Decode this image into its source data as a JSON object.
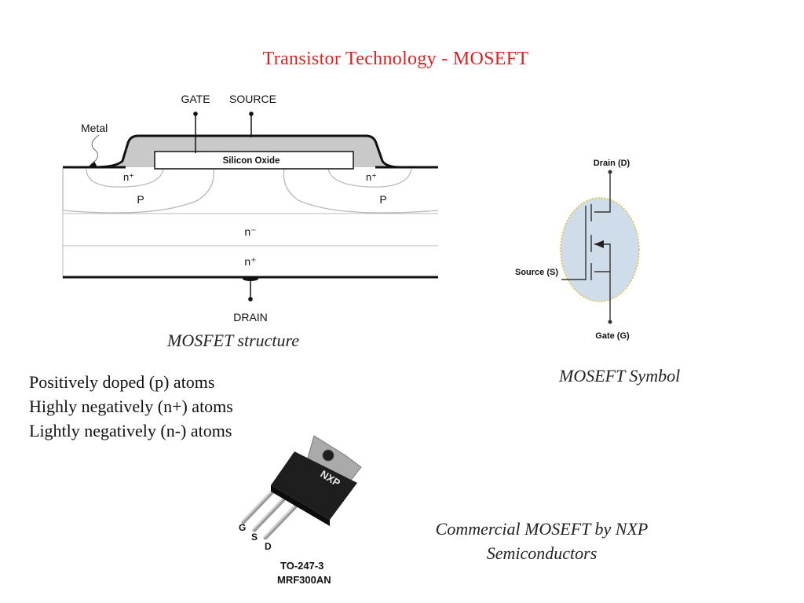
{
  "title": "Transistor  Technology  -  MOSEFT",
  "structure": {
    "labels": {
      "gate": "GATE",
      "source": "SOURCE",
      "drain": "DRAIN",
      "metal": "Metal",
      "oxide": "Silicon Oxide",
      "n_plus_left": "n⁺",
      "n_plus_right": "n⁺",
      "p_left": "P",
      "p_right": "P",
      "n_minus": "n⁻",
      "n_plus_bottom": "n⁺"
    },
    "caption": "MOSFET structure"
  },
  "symbol": {
    "labels": {
      "drain": "Drain (D)",
      "source": "Source (S)",
      "gate": "Gate (G)"
    },
    "caption": "MOSEFT Symbol"
  },
  "atoms": {
    "lines": [
      "Positively doped (p) atoms",
      "Highly negatively (n+) atoms",
      "Lightly negatively (n-) atoms"
    ]
  },
  "package": {
    "brand": "NXP",
    "pins": [
      "G",
      "S",
      "D"
    ],
    "package_name": "TO-247-3",
    "part_number": "MRF300AN",
    "caption_line1": "Commercial MOSEFT by NXP",
    "caption_line2": "Semiconductors"
  },
  "colors": {
    "title": "#d92323",
    "symbol_fill": "#cfdcea",
    "symbol_outline": "#e2c23a",
    "metal": "#c9c9c9"
  }
}
